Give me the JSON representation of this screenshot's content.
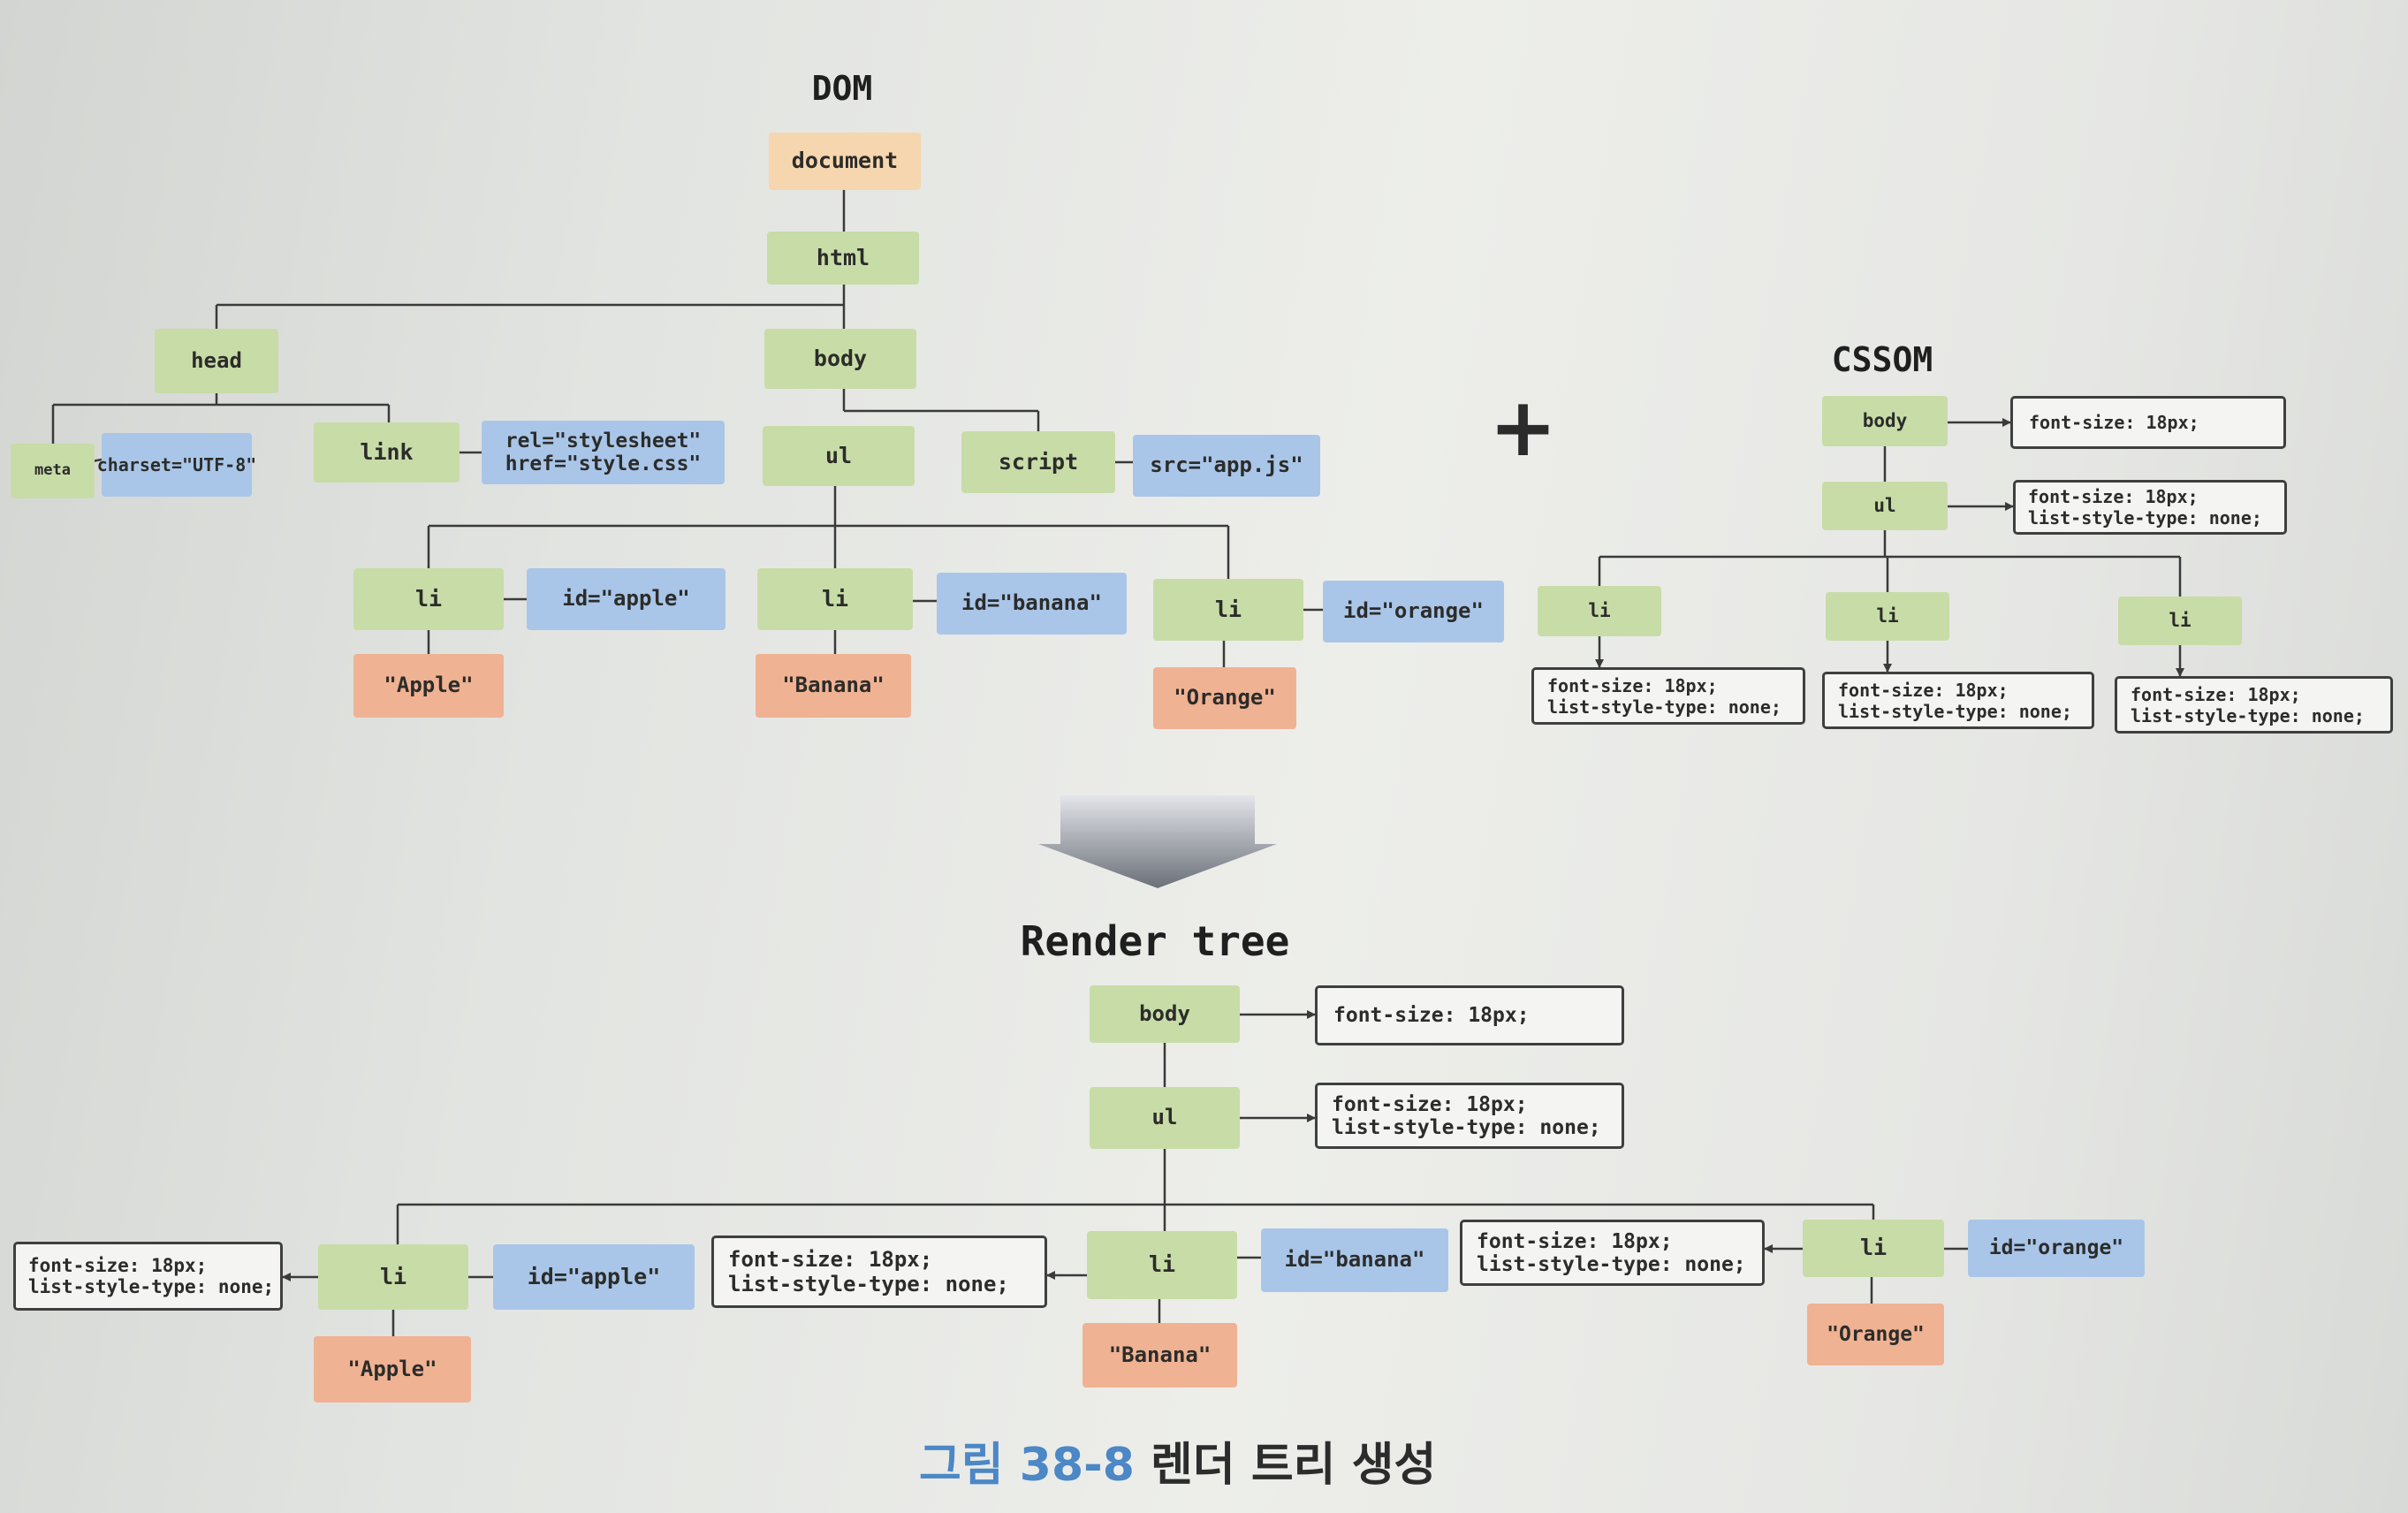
{
  "titles": {
    "dom": "DOM",
    "cssom": "CSSOM",
    "render_tree": "Render tree"
  },
  "plus_sign": "+",
  "dom": {
    "document": "document",
    "html": "html",
    "head": "head",
    "body": "body",
    "meta": "meta",
    "charset": "charset=\"UTF-8\"",
    "link": "link",
    "link_attr": "rel=\"stylesheet\"\nhref=\"style.css\"",
    "ul": "ul",
    "script": "script",
    "script_attr": "src=\"app.js\"",
    "li_apple": "li",
    "id_apple": "id=\"apple\"",
    "text_apple": "\"Apple\"",
    "li_banana": "li",
    "id_banana": "id=\"banana\"",
    "text_banana": "\"Banana\"",
    "li_orange": "li",
    "id_orange": "id=\"orange\"",
    "text_orange": "\"Orange\""
  },
  "cssom": {
    "body": "body",
    "body_style": "font-size: 18px;",
    "ul": "ul",
    "ul_style_1": "font-size: 18px;",
    "ul_style_2": "list-style-type: none;",
    "li": "li",
    "li_style_1": "font-size: 18px;",
    "li_style_2": "list-style-type: none;"
  },
  "render": {
    "body": "body",
    "body_style": "font-size: 18px;",
    "ul": "ul",
    "ul_style_1": "font-size: 18px;",
    "ul_style_2": "list-style-type: none;",
    "li": "li",
    "li_style_1": "font-size: 18px;",
    "li_style_2": "list-style-type: none;",
    "id_apple": "id=\"apple\"",
    "text_apple": "\"Apple\"",
    "id_banana": "id=\"banana\"",
    "text_banana": "\"Banana\"",
    "id_orange": "id=\"orange\"",
    "text_orange": "\"Orange\""
  },
  "caption": {
    "number": "그림 38-8",
    "text": "렌더 트리 생성"
  },
  "colors": {
    "element": "#c8dca8",
    "document": "#f6d6ae",
    "text": "#efb293",
    "attribute": "#a9c6e9",
    "caption": "#4c87c6"
  }
}
